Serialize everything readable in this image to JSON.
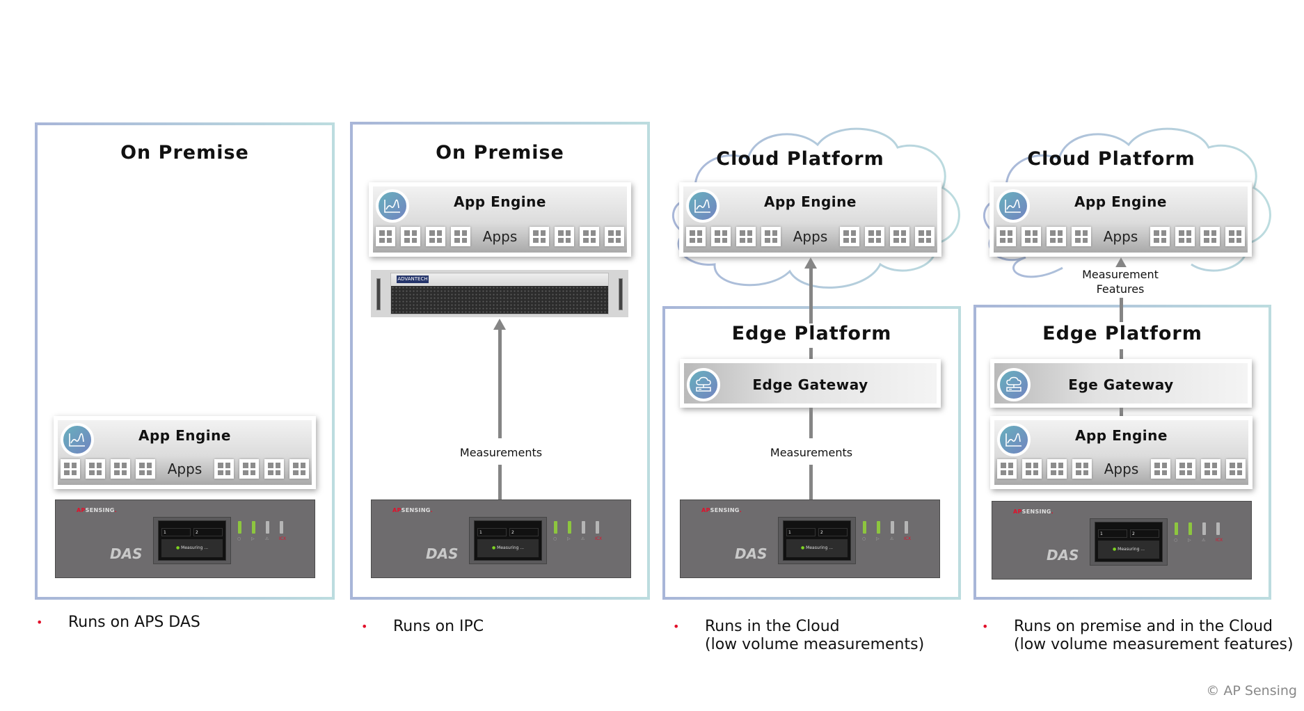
{
  "colors": {
    "panel_border_start": "#a8b6d8",
    "panel_border_end": "#bcdcdf",
    "bullet": "#e2102a",
    "arrow": "#858585",
    "badge_gradient": [
      "#68b0bd",
      "#7184c0"
    ],
    "das_body": "#6e6c6e",
    "led_on": "#8dc63f"
  },
  "panels": [
    {
      "title": "On Premise",
      "app_engine": {
        "title": "App Engine",
        "apps_label": "Apps",
        "icon": "chart-line-icon"
      },
      "device": {
        "type": "DAS",
        "brand_prefix": "AP",
        "brand_suffix": "SENSING",
        "label": "DAS",
        "screen_status": "Measuring ..."
      },
      "bullet": [
        "Runs on APS DAS"
      ]
    },
    {
      "title": "On Premise",
      "app_engine": {
        "title": "App Engine",
        "apps_label": "Apps",
        "icon": "chart-line-icon"
      },
      "ipc": {
        "brand": "ADVANTECH"
      },
      "flow_label": "Measurements",
      "device": {
        "type": "DAS",
        "brand_prefix": "AP",
        "brand_suffix": "SENSING",
        "label": "DAS",
        "screen_status": "Measuring ..."
      },
      "bullet": [
        "Runs on IPC"
      ]
    },
    {
      "cloud_title": "Cloud Platform",
      "app_engine": {
        "title": "App Engine",
        "apps_label": "Apps",
        "icon": "chart-line-icon"
      },
      "edge_title": "Edge Platform",
      "gateway": {
        "title": "Edge Gateway",
        "icon": "cloud-server-icon"
      },
      "flow_label": "Measurements",
      "device": {
        "type": "DAS",
        "brand_prefix": "AP",
        "brand_suffix": "SENSING",
        "label": "DAS",
        "screen_status": "Measuring ..."
      },
      "bullet": [
        "Runs in the Cloud",
        "(low volume measurements)"
      ]
    },
    {
      "cloud_title": "Cloud Platform",
      "app_engine": {
        "title": "App Engine",
        "apps_label": "Apps",
        "icon": "chart-line-icon"
      },
      "flow_label": [
        "Measurement",
        "Features"
      ],
      "edge_title": "Edge Platform",
      "gateway": {
        "title": "Ege Gateway",
        "icon": "cloud-server-icon"
      },
      "edge_app_engine": {
        "title": "App Engine",
        "apps_label": "Apps",
        "icon": "chart-line-icon"
      },
      "device": {
        "type": "DAS",
        "brand_prefix": "AP",
        "brand_suffix": "SENSING",
        "label": "DAS",
        "screen_status": "Measuring ..."
      },
      "bullet": [
        "Runs on premise and in the Cloud",
        "(low volume measurement features)"
      ]
    }
  ],
  "das_screen": {
    "ch1": "1",
    "ch2": "2",
    "leds": [
      "on",
      "on",
      "off",
      "off"
    ],
    "led_labels": [
      "○",
      "▷",
      "⚠",
      "ICX"
    ]
  },
  "footer": {
    "copyright": "© AP Sensing"
  }
}
